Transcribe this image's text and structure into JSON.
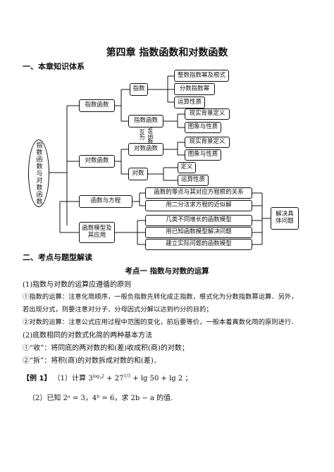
{
  "title": "第四章  指数函数和对数函数",
  "section1": "一、本章知识体系",
  "section2": "二、考点与题型解读",
  "diagram": {
    "root": "指数函数与对数函数",
    "exp_func": "指数函数",
    "log_func": "对数函数",
    "func_eq": "函数与方程",
    "func_model": "函数模型及其应用",
    "exponent": "指数",
    "int_exp": "整数指数幂及根式",
    "frac_exp": "分数指数幂",
    "exp_ops": "运算性质",
    "exp_function": "指数函数",
    "exp_bg": "现实背景定义",
    "exp_graph": "图象与性质",
    "inverse_label_a": "互为",
    "inverse_label_b": "反函数",
    "log_function": "对数函数",
    "log_bg": "现实背景定义",
    "log_graph": "图象与性质",
    "logarithm": "对数",
    "log_def": "定义",
    "log_ops": "运算性质",
    "zero_root": "函数的零点与其对应方程根的关系",
    "bisection": "用二分法求方程的近似解",
    "growth": "几类不同增长的函数模型",
    "known_model": "用已知函数模型解决问题",
    "build_model": "建立实际问题的函数模型",
    "solve": "解决具体问题"
  },
  "kp1_title": "考点一   指数与对数的运算",
  "lines": [
    "(1)指数与对数的运算应遵循的原则",
    "①指数的运算：注意化简顺序，一般负指数先转化成正指数，根式化为分数指数幂运算．另外，",
    "若出现分式，则要注意对分子、分母因式分解以达到约分的目的；",
    "②对数的运算：注意公式应用过程中范围的变化，前后要等价，一般本着真数化简的原则进行．",
    "(2)底数相同的对数式化简的两种基本方法",
    "①“收”：将同底的两对数的和(差)收成积(商)的对数；",
    "②“拆”：将积(商)的对数拆成对数的和(差)．"
  ],
  "example": {
    "label": "【例 1】",
    "part1_prefix": "（1）计算",
    "part1_expr": "+ lg 50 + lg 2",
    "part1_end": "；",
    "part2": "（2）已知 2ᵃ = 3，4ᵇ = 6，求 2b − a 的值."
  }
}
